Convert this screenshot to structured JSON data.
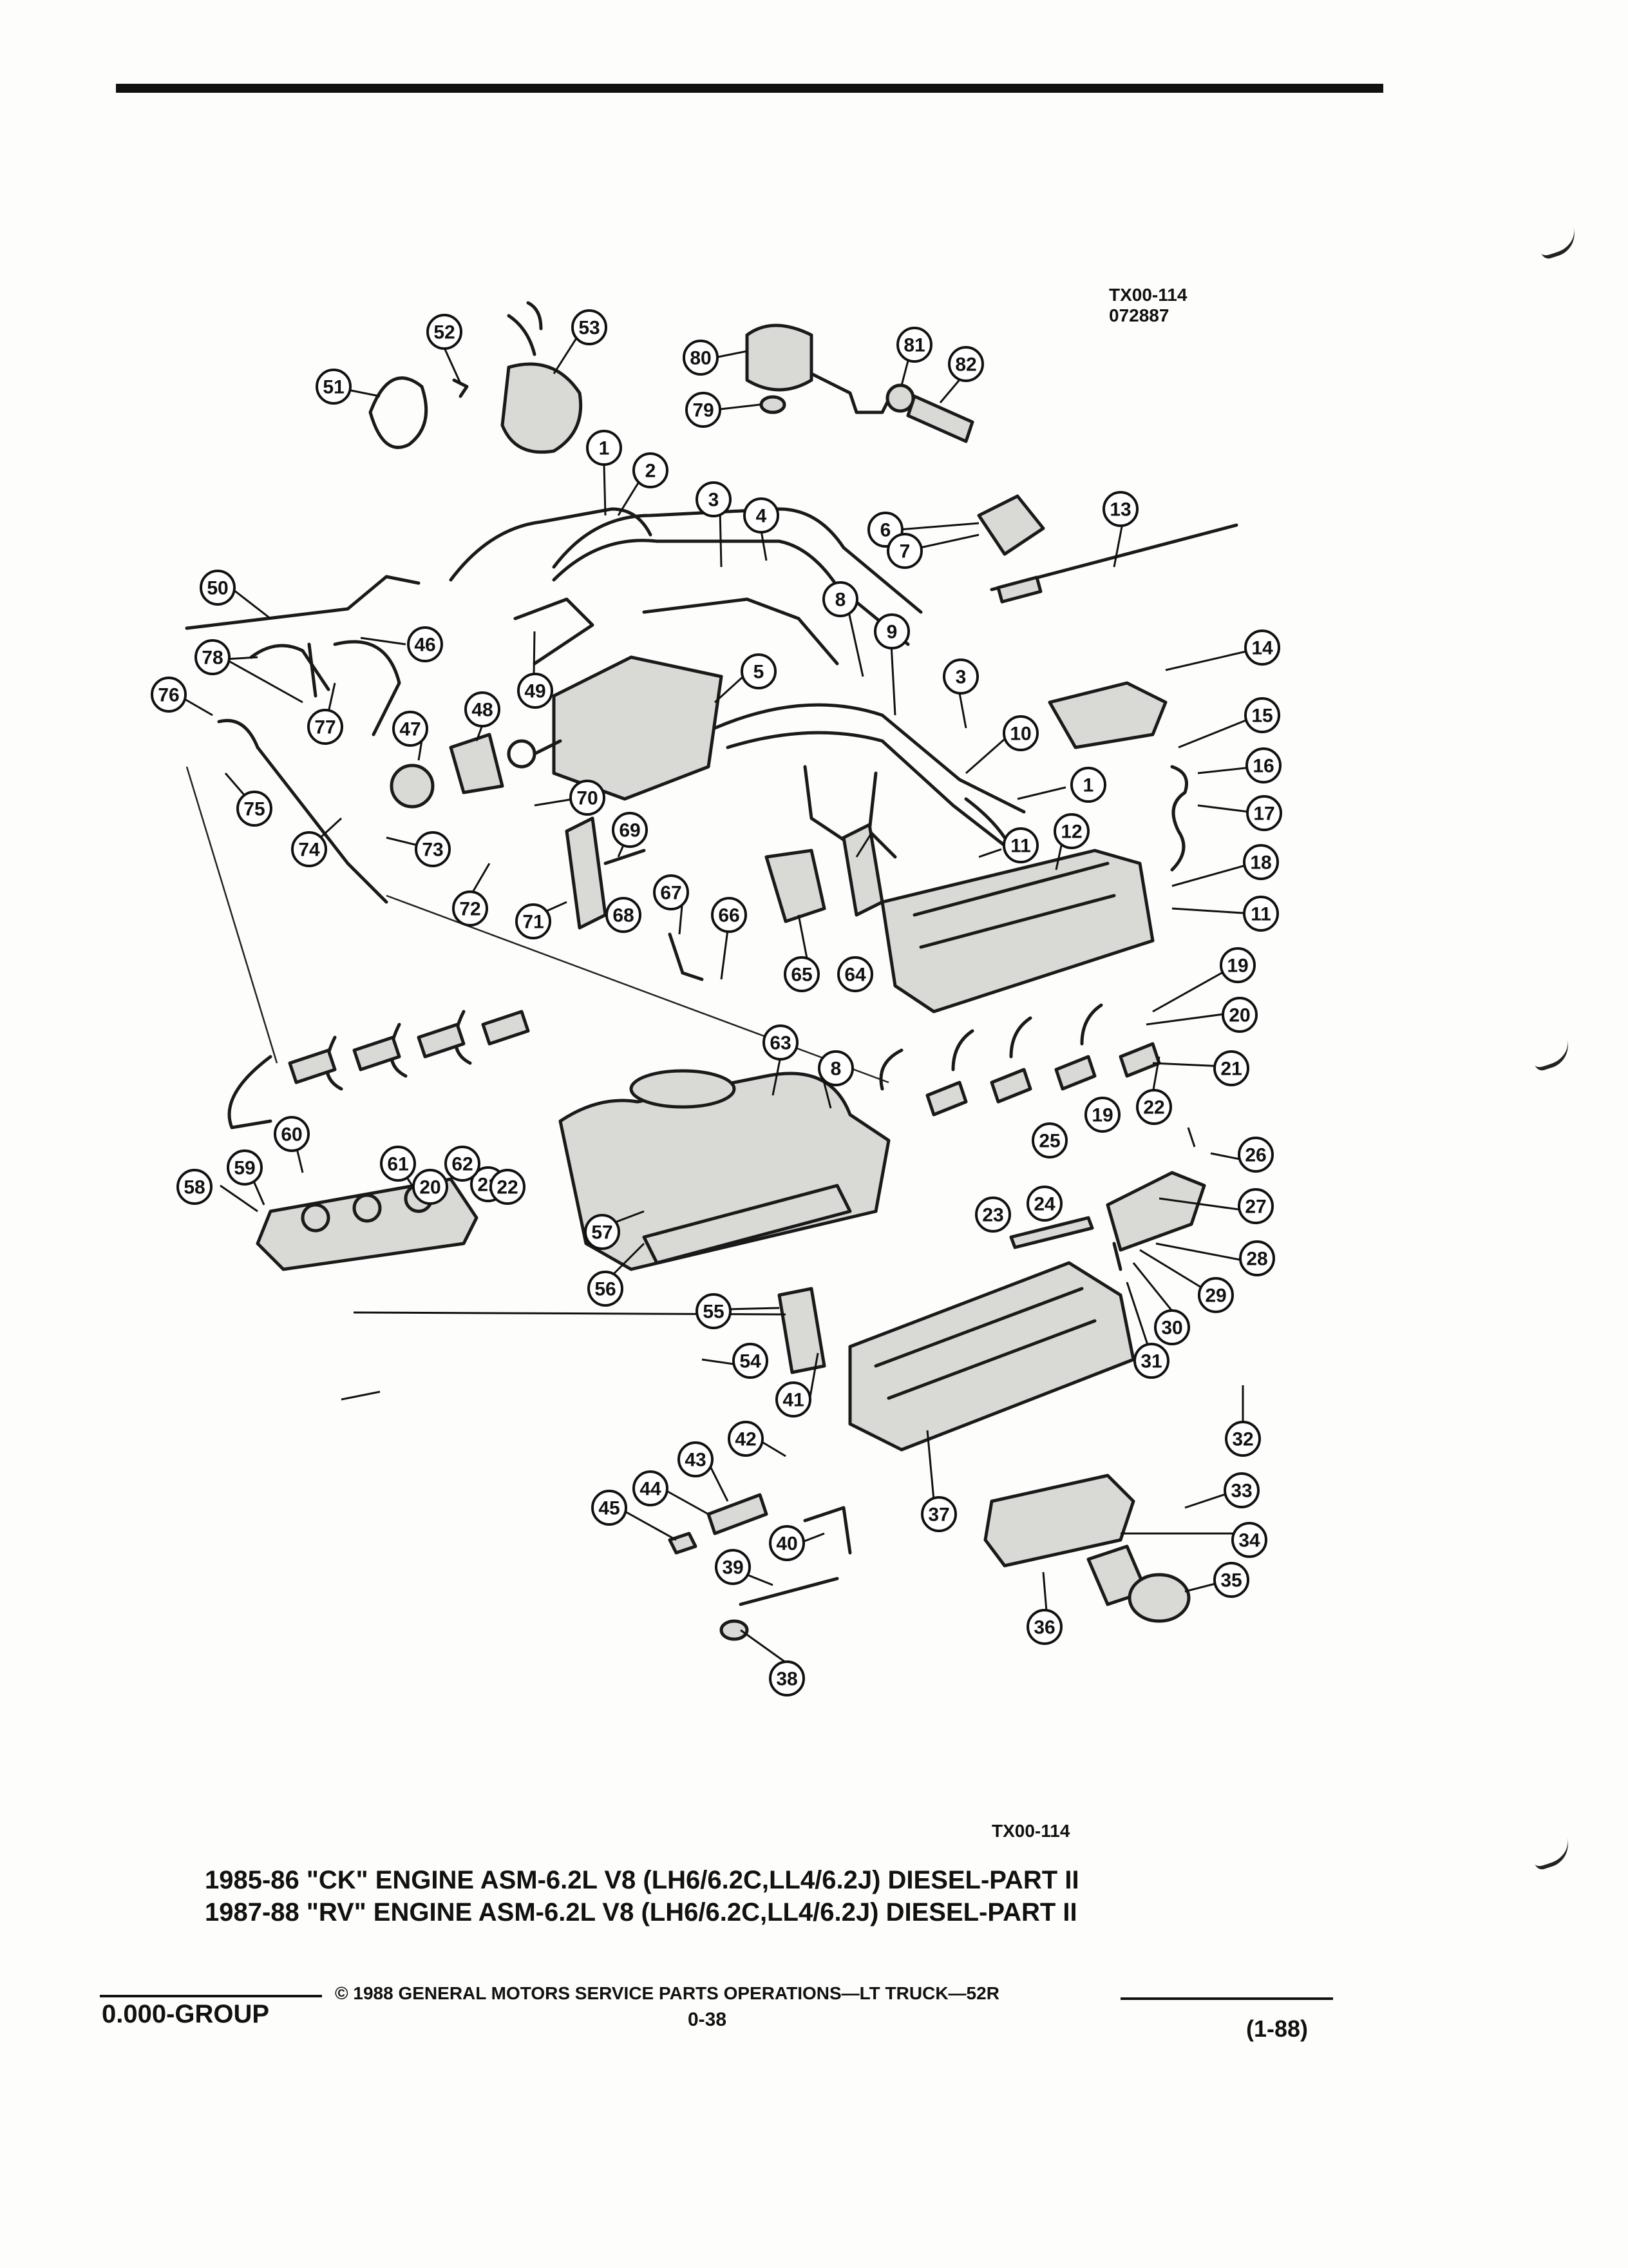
{
  "illustration": {
    "ref_code": "TX00-114",
    "ref_date": "072887",
    "bottom_ref": "TX00-114"
  },
  "caption": {
    "line1": "1985-86 \"CK\" ENGINE ASM-6.2L V8 (LH6/6.2C,LL4/6.2J) DIESEL-PART II",
    "line2": "1987-88 \"RV\" ENGINE ASM-6.2L V8 (LH6/6.2C,LL4/6.2J) DIESEL-PART II"
  },
  "footer": {
    "group": "0.000-GROUP",
    "copyright": "© 1988 GENERAL MOTORS SERVICE PARTS OPERATIONS—LT TRUCK—52R",
    "page": "0-38",
    "edition": "(1-88)"
  },
  "callouts": [
    "1",
    "2",
    "3",
    "4",
    "5",
    "6",
    "7",
    "8",
    "9",
    "3",
    "10",
    "1",
    "11",
    "12",
    "13",
    "14",
    "15",
    "16",
    "17",
    "18",
    "11",
    "19",
    "20",
    "21",
    "22",
    "20",
    "21",
    "22",
    "19",
    "23",
    "24",
    "25",
    "26",
    "27",
    "28",
    "29",
    "30",
    "31",
    "32",
    "33",
    "34",
    "35",
    "36",
    "37",
    "38",
    "39",
    "40",
    "41",
    "42",
    "43",
    "44",
    "45",
    "46",
    "47",
    "48",
    "49",
    "50",
    "51",
    "52",
    "53",
    "54",
    "55",
    "56",
    "57",
    "58",
    "59",
    "60",
    "61",
    "62",
    "63",
    "8",
    "64",
    "65",
    "66",
    "67",
    "68",
    "69",
    "70",
    "71",
    "72",
    "73",
    "74",
    "75",
    "76",
    "77",
    "78",
    "79",
    "80",
    "81",
    "82"
  ]
}
